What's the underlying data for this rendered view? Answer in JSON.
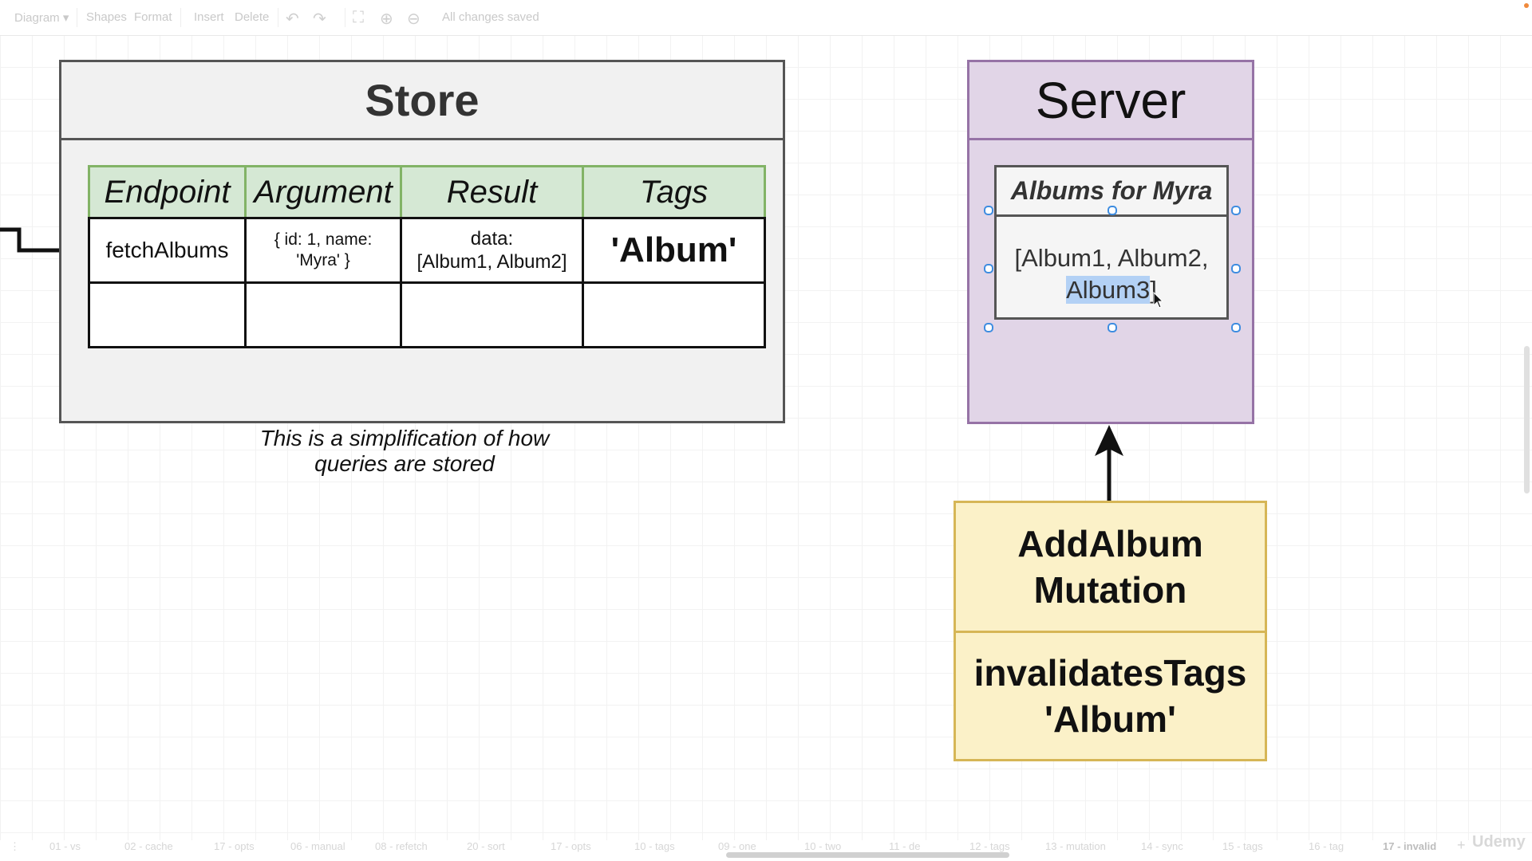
{
  "toolbar": {
    "diagram_menu": "Diagram",
    "shapes": "Shapes",
    "format": "Format",
    "insert": "Insert",
    "delete": "Delete",
    "status": "All changes saved"
  },
  "store": {
    "title": "Store",
    "headers": [
      "Endpoint",
      "Argument",
      "Result",
      "Tags"
    ],
    "row1": {
      "endpoint": "fetchAlbums",
      "argument_line1": "{ id: 1, name:",
      "argument_line2": "'Myra' }",
      "result_line1": "data:",
      "result_line2": "[Album1, Album2]",
      "tags": "'Album'"
    },
    "caption_line1": "This is a simplification of how",
    "caption_line2": "queries are stored"
  },
  "server": {
    "title": "Server",
    "albums_header": "Albums for Myra",
    "albums_line1": "[Album1, Album2,",
    "albums_selected": "Album3",
    "albums_end": "]"
  },
  "mutation": {
    "top_line1": "AddAlbum",
    "top_line2": "Mutation",
    "bottom_line1": "invalidatesTags",
    "bottom_line2": "'Album'"
  },
  "page_tabs": [
    "01 - vs",
    "02 - cache",
    "17 - opts",
    "06 - manual",
    "08 - refetch",
    "20 - sort",
    "17 - opts",
    "10 - tags",
    "09 - one",
    "10 - two",
    "11 - de",
    "12 - tags",
    "13 - mutation",
    "14 - sync",
    "15 - tags",
    "16 - tag",
    "17 - invalid"
  ],
  "active_tab": "17 - invalid",
  "watermark": "Udemy",
  "colors": {
    "store_fill": "#f1f1f1",
    "table_header": "#d5e8d4",
    "server_fill": "#e1d5e7",
    "server_border": "#9673a6",
    "mutation_fill": "#fbf1c8",
    "mutation_border": "#d6b656",
    "selection": "#b3d1f5"
  }
}
